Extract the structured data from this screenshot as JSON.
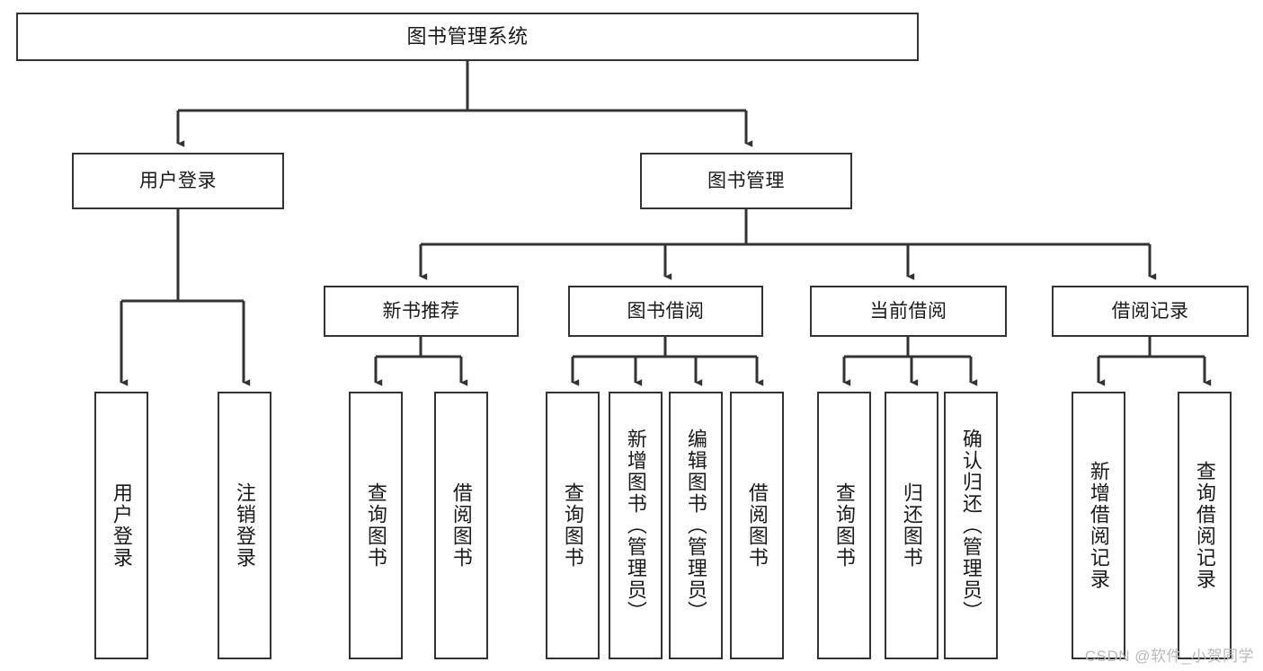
{
  "diagram": {
    "title": "图书管理系统",
    "root": {
      "label": "图书管理系统"
    },
    "level2": [
      {
        "label": "用户登录"
      },
      {
        "label": "图书管理"
      }
    ],
    "level3": [
      {
        "label": "新书推荐"
      },
      {
        "label": "图书借阅"
      },
      {
        "label": "当前借阅"
      },
      {
        "label": "借阅记录"
      }
    ],
    "leaves": {
      "user_login": [
        {
          "label": "用户登录"
        },
        {
          "label": "注销登录"
        }
      ],
      "new_book_recommend": [
        {
          "label": "查询图书"
        },
        {
          "label": "借阅图书"
        }
      ],
      "book_borrow": [
        {
          "label": "查询图书"
        },
        {
          "label": "新增图书（管理员）"
        },
        {
          "label": "编辑图书（管理员）"
        },
        {
          "label": "借阅图书"
        }
      ],
      "current_borrow": [
        {
          "label": "查询图书"
        },
        {
          "label": "归还图书"
        },
        {
          "label": "确认归还（管理员）"
        }
      ],
      "borrow_record": [
        {
          "label": "新增借阅记录"
        },
        {
          "label": "查询借阅记录"
        }
      ]
    }
  },
  "watermark": {
    "text": "CSDN @软件_小贺同学"
  },
  "colors": {
    "stroke": "#333333",
    "background": "#ffffff",
    "text": "#1a1a1a",
    "watermark": "#b9b9b9"
  }
}
